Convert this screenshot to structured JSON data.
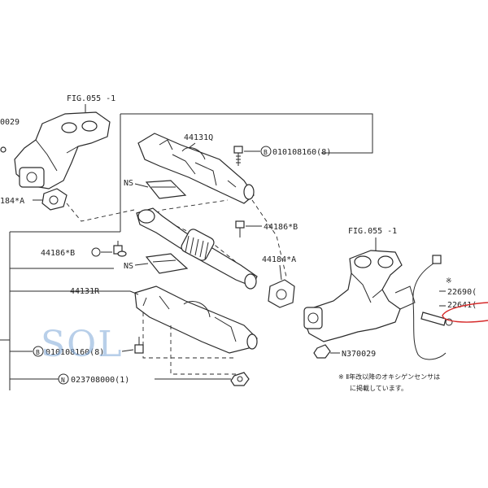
{
  "labels": {
    "fig_top": "FIG.055 -1",
    "fig_right": "FIG.055 -1",
    "p0029_top": "0029",
    "p44131q": "44131Q",
    "bolt_top": "010108160(8)",
    "ns_top": "NS",
    "ns_mid": "NS",
    "p44184a_left": "184*A",
    "p44186b_right": "44186*B",
    "p44186b_left": "44186*B",
    "p44184a_right": "44184*A",
    "p44131r": "44131R",
    "bolt_bottom": "010108160(8)",
    "nut_bottom": "023708000(1)",
    "n370029": "N370029",
    "p22690": "22690(",
    "p22641": "22641(",
    "star": "※"
  },
  "note": {
    "line1": "※ Ⅱ年改以降のオキシゲンセンサは",
    "line2": "に掲載しています。"
  },
  "watermark": "SOL",
  "icons": {
    "bolt_marker_b": "B",
    "nut_marker_n": "N"
  },
  "colors": {
    "line": "#2a2a2a",
    "highlight": "#d62a2a",
    "watermark": "#7fa8d8"
  }
}
